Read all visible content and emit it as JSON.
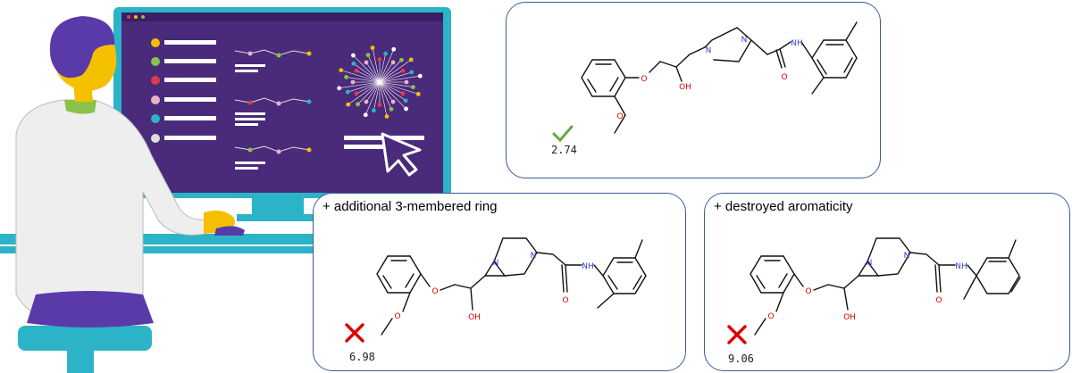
{
  "panels": {
    "top": {
      "score": "2.74",
      "verdict": "check-mark-icon",
      "verdict_color": "#6aa644"
    },
    "bottom_left": {
      "title": "+ additional 3-membered ring",
      "score": "6.98",
      "verdict": "cross-mark-icon",
      "verdict_color": "#e00000"
    },
    "bottom_right": {
      "title": "+ destroyed aromaticity",
      "score": "9.06",
      "verdict": "cross-mark-icon",
      "verdict_color": "#e00000"
    }
  },
  "atom_labels": {
    "oxygen": "O",
    "hydroxyl": "OH",
    "nitrogen": "N",
    "amide_nh": "NH"
  },
  "colors": {
    "panel_border": "#3d5a99",
    "bond": "#111111",
    "oxygen": "#e00000",
    "nitrogen": "#2a3fd6",
    "screen": "#4a2a7a",
    "monitor_frame": "#2bb3c8",
    "desk": "#2bb3c8",
    "chair": "#2bb3c8",
    "skin": "#f5c000",
    "hair": "#5a3aa8",
    "coat": "#eeeeee"
  }
}
